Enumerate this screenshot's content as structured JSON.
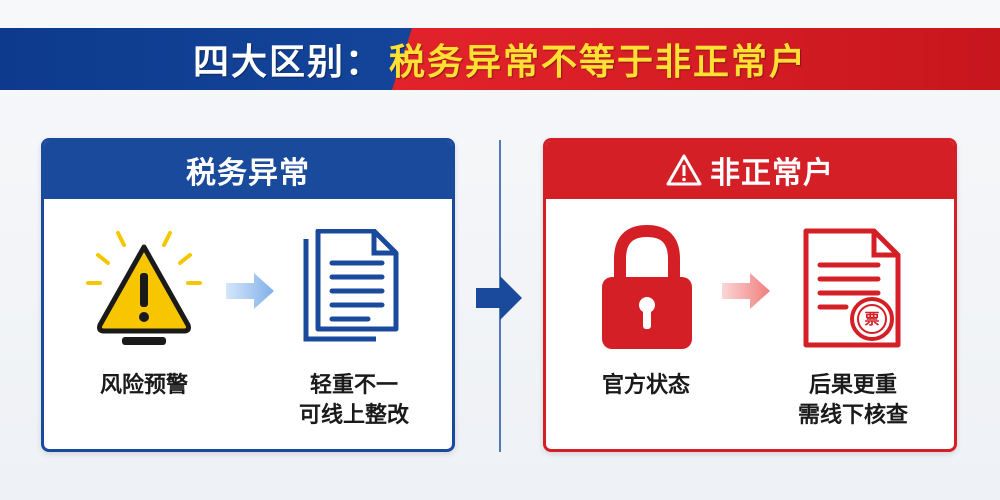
{
  "banner": {
    "title_prefix": "四大区别：",
    "title_main": "税务异常不等于非正常户"
  },
  "left_panel": {
    "title": "税务异常",
    "items": [
      {
        "icon": "warning-icon",
        "label": "风险预警"
      },
      {
        "icon": "document-icon",
        "label_line1": "轻重不一",
        "label_line2": "可线上整改"
      }
    ]
  },
  "right_panel": {
    "title": "非正常户",
    "title_icon": "warning-outline-icon",
    "items": [
      {
        "icon": "lock-icon",
        "label": "官方状态"
      },
      {
        "icon": "invoice-document-icon",
        "stamp_text": "票",
        "label_line1": "后果更重",
        "label_line2": "需线下核查"
      }
    ]
  },
  "colors": {
    "blue": "#1a4a9c",
    "red": "#d41f26",
    "yellow": "#ffe033",
    "warning_yellow": "#f7c600"
  }
}
